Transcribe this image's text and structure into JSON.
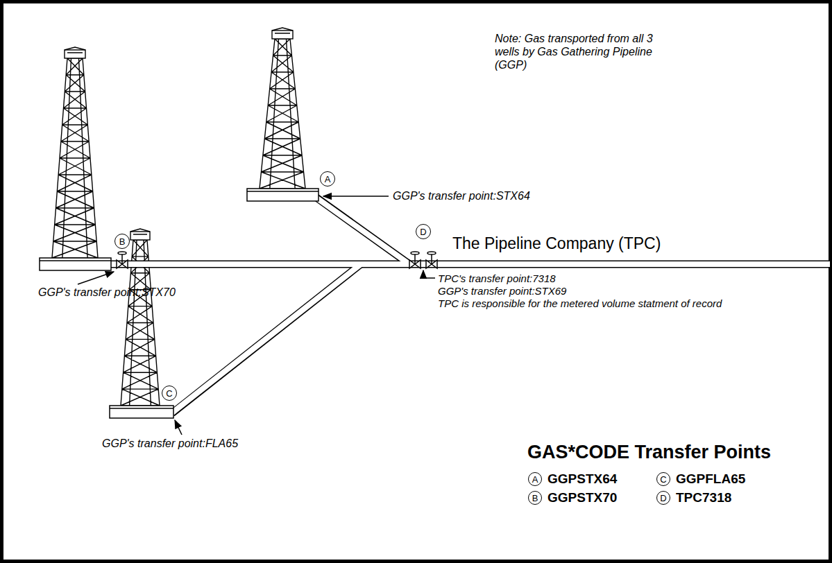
{
  "diagram": {
    "nodes": [
      {
        "text": [
          "A"
        ]
      },
      {
        "text": [
          "D"
        ]
      },
      {
        "text": [
          "B"
        ]
      },
      {
        "text": [
          "C"
        ]
      },
      {
        "text": [
          "A"
        ]
      },
      {
        "text": [
          "C"
        ]
      },
      {
        "text": [
          "B"
        ]
      },
      {
        "text": [
          "D"
        ]
      }
    ],
    "labels": [
      "Note: Gas transported from all 3 wells by Gas Gathering Pipeline (GGP)",
      "GGP's transfer point:STX64",
      "The Pipeline Company (TPC)",
      "GGP's transfer point:STX70",
      "TPC's transfer point:7318",
      "GGP's transfer point:STX69",
      "TPC is responsible for the metered volume statment of record",
      "GGP's transfer point:FLA65",
      "GAS*CODE Transfer Points",
      "GGPSTX64",
      "GGPFLA65",
      "GGPSTX70",
      "TPC7318"
    ]
  }
}
